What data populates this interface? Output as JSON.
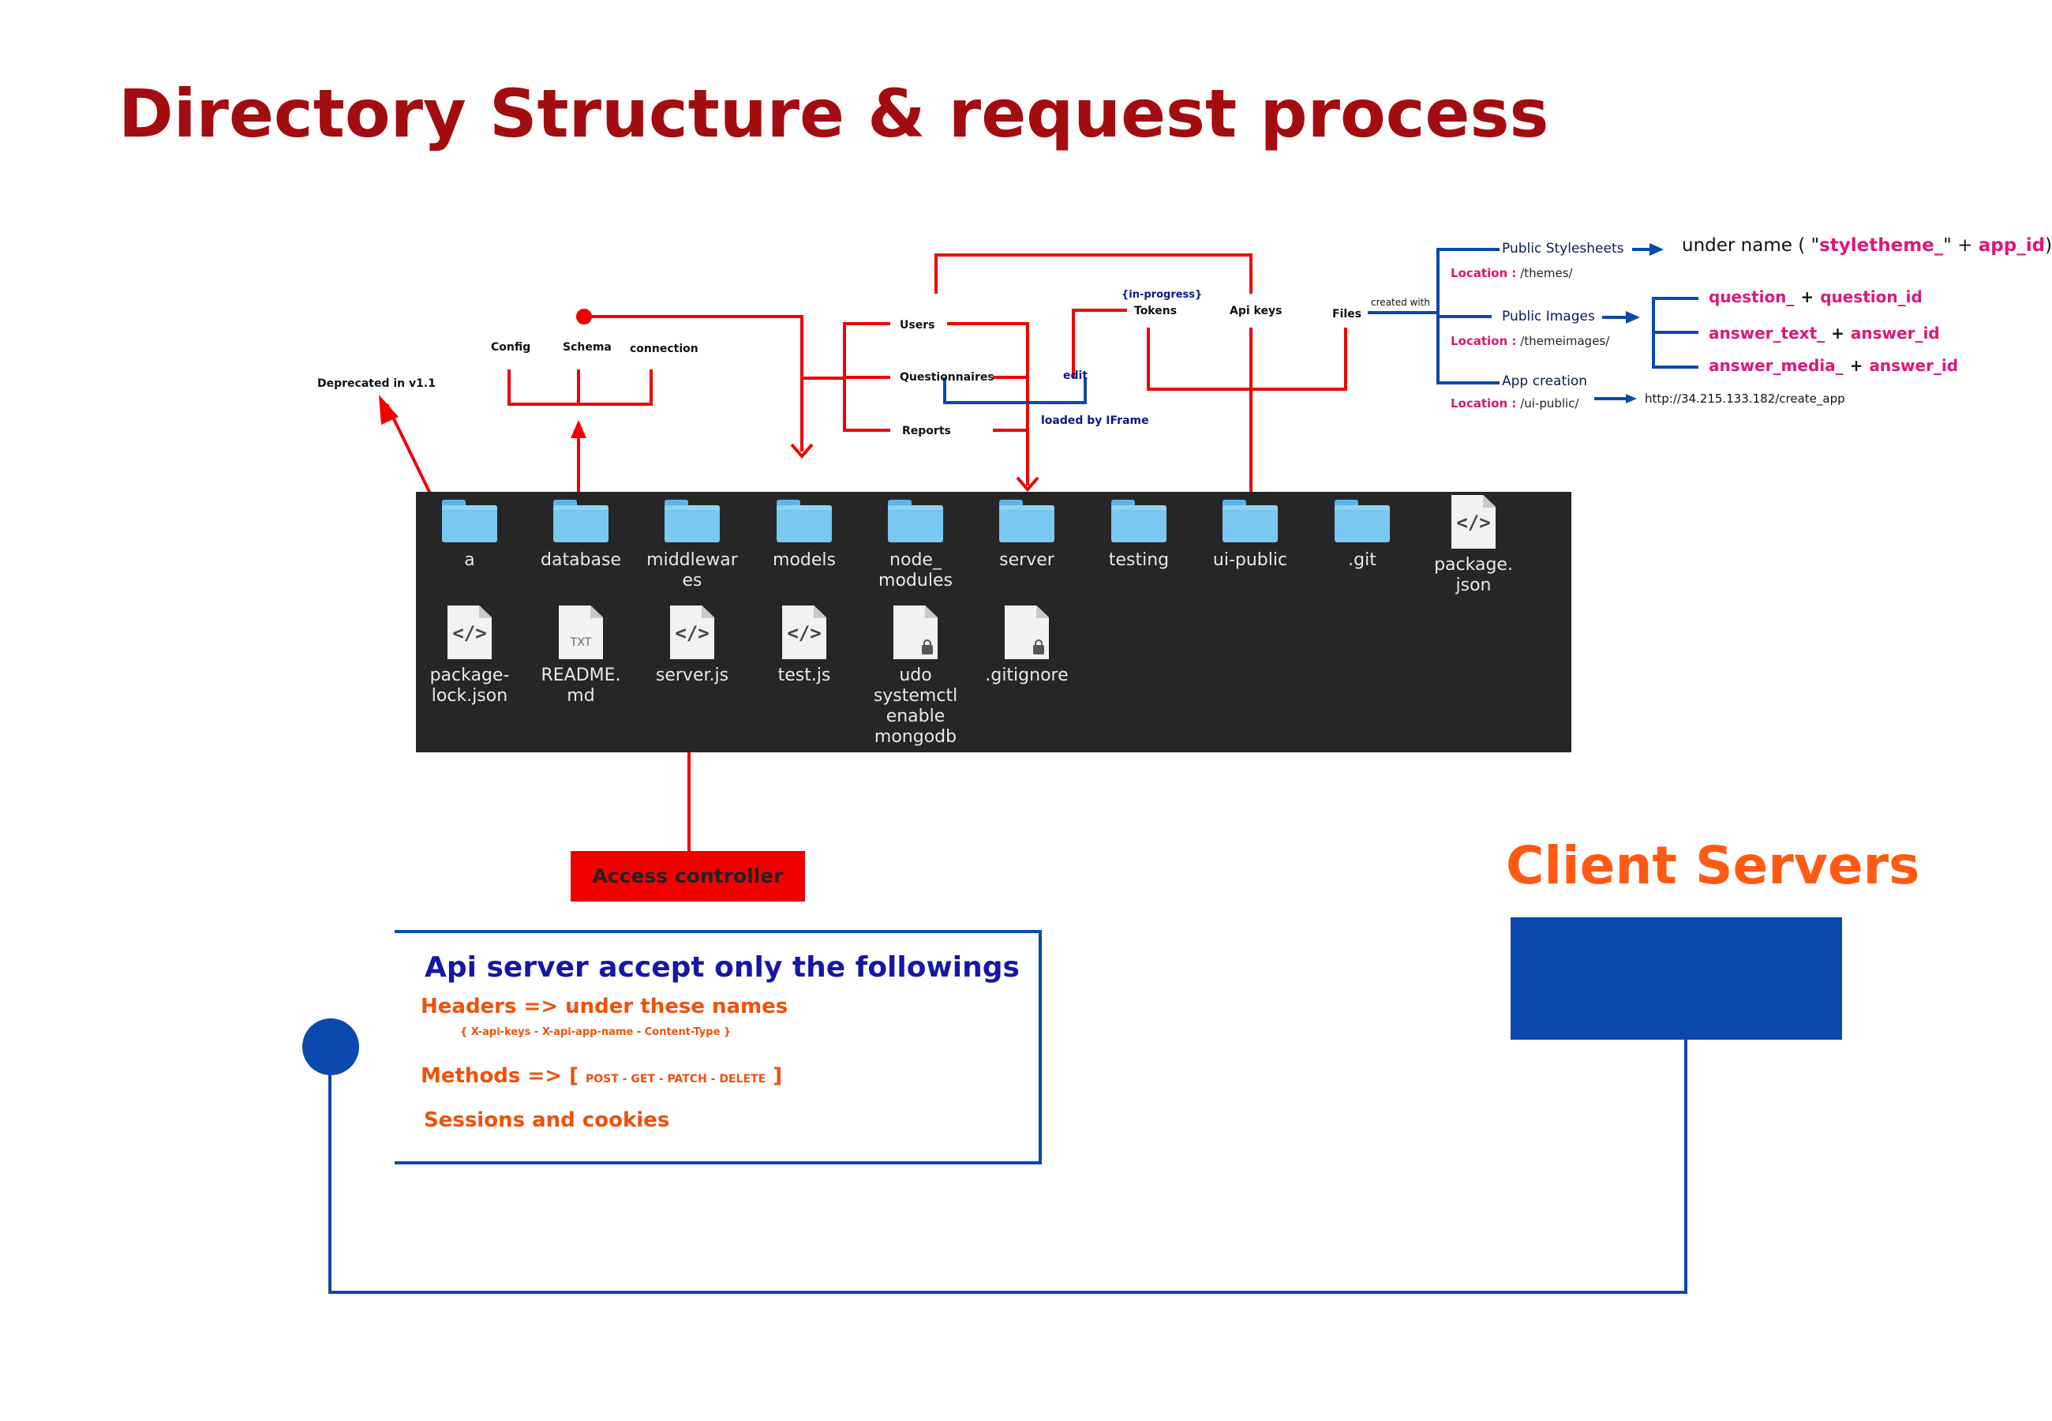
{
  "title": "Directory Structure & request process",
  "labels": {
    "deprecated": "Deprecated in v1.1",
    "config": "Config",
    "schema": "Schema",
    "connection": "connection",
    "users": "Users",
    "questionnaires": "Questionnaires",
    "reports": "Reports",
    "in_progress": "{in-progress}",
    "tokens": "Tokens",
    "api_keys": "Api keys",
    "files": "Files",
    "edit": "edit",
    "loaded_by_iframe": "loaded by IFrame",
    "created_with": "created with"
  },
  "files_tree": {
    "public_stylesheets": "Public Stylesheets",
    "stylesheets_location_key": "Location :",
    "stylesheets_location": "/themes/",
    "under_name_prefix": "under name ( \"",
    "under_name_a": "styletheme_",
    "under_name_mid": "\" + ",
    "under_name_b": "app_id",
    "under_name_suffix": ")",
    "public_images": "Public Images",
    "images_location_key": "Location :",
    "images_location": "/themeimages/",
    "image_names": [
      {
        "a": "question_",
        "plus": "+",
        "b": "question_id"
      },
      {
        "a": "answer_text_",
        "plus": "+",
        "b": "answer_id"
      },
      {
        "a": "answer_media_",
        "plus": "+",
        "b": "answer_id"
      }
    ],
    "app_creation": "App creation",
    "app_location_key": "Location :",
    "app_location": "/ui-public/",
    "create_app_url": "http://34.215.133.182/create_app"
  },
  "explorer": {
    "row1": [
      {
        "type": "folder",
        "name": "a"
      },
      {
        "type": "folder",
        "name": "database"
      },
      {
        "type": "folder",
        "name": "middlewar es"
      },
      {
        "type": "folder",
        "name": "models"
      },
      {
        "type": "folder",
        "name": "node_ modules"
      },
      {
        "type": "folder",
        "name": "server"
      },
      {
        "type": "folder",
        "name": "testing"
      },
      {
        "type": "folder",
        "name": "ui-public"
      },
      {
        "type": "folder",
        "name": ".git"
      },
      {
        "type": "code",
        "name": "package. json"
      }
    ],
    "row2": [
      {
        "type": "code",
        "name": "package- lock.json"
      },
      {
        "type": "txt",
        "name": "README. md",
        "badge": "TXT"
      },
      {
        "type": "code",
        "name": "server.js"
      },
      {
        "type": "code",
        "name": "test.js"
      },
      {
        "type": "locked",
        "name": "udo systemctl enable mongodb"
      },
      {
        "type": "locked",
        "name": ".gitignore"
      }
    ]
  },
  "access_controller": "Access controller",
  "api_box": {
    "title": "Api server accept only the followings",
    "headers": "Headers => under these names",
    "headers_list": "{ X-api-keys - X-api-app-name - Content-Type }",
    "methods_prefix": "Methods => [",
    "methods_list": "POST - GET - PATCH - DELETE",
    "methods_suffix": "]",
    "sessions": "Sessions and cookies"
  },
  "client_servers": "Client Servers",
  "colors": {
    "title_red": "#a30d10",
    "line_red": "#f20000",
    "line_blue": "#0a49ad",
    "orange": "#ff5a14",
    "pink": "#e0157a"
  }
}
